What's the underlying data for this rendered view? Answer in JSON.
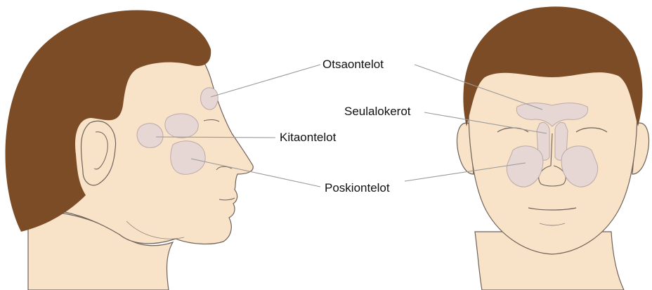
{
  "labels": {
    "frontal": "Otsaontelot",
    "ethmoid": "Seulalokerot",
    "sphenoid": "Kitaontelot",
    "maxillary": "Poskiontelot"
  },
  "colors": {
    "skin": "#f8e2c8",
    "skin_outline": "#6e6259",
    "hair": "#7b4c26",
    "sinus": "#e6d7d5",
    "sinus_outline": "#bca9a8",
    "leader_line": "#9a9a9a",
    "text": "#111111"
  }
}
